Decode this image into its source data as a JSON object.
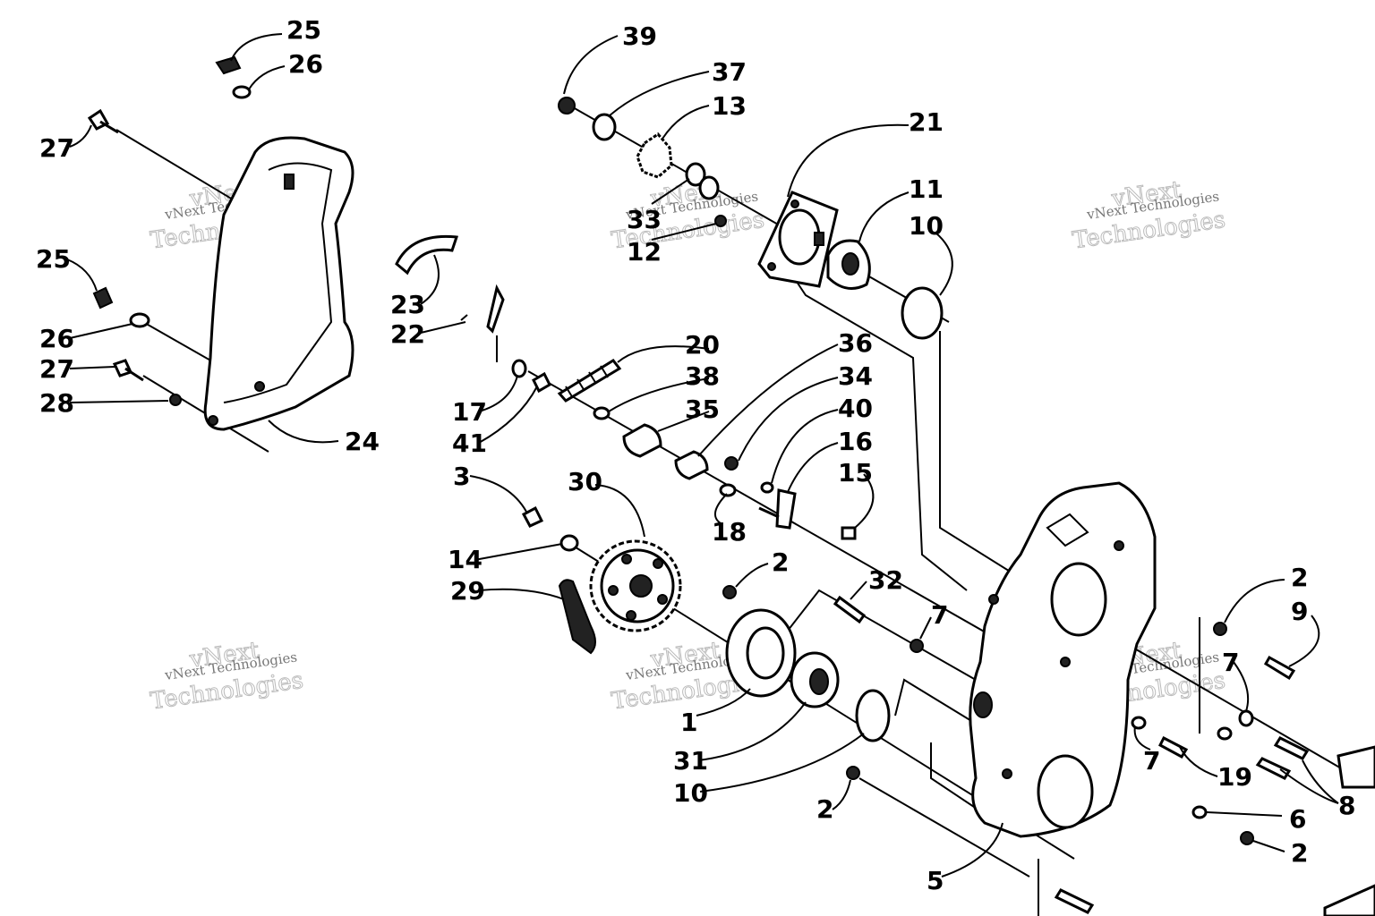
{
  "labels": [
    {
      "id": "25a",
      "text": "25"
    },
    {
      "id": "26a",
      "text": "26"
    },
    {
      "id": "27a",
      "text": "27"
    },
    {
      "id": "25b",
      "text": "25"
    },
    {
      "id": "26b",
      "text": "26"
    },
    {
      "id": "27b",
      "text": "27"
    },
    {
      "id": "28",
      "text": "28"
    },
    {
      "id": "24",
      "text": "24"
    },
    {
      "id": "23",
      "text": "23"
    },
    {
      "id": "22",
      "text": "22"
    },
    {
      "id": "17",
      "text": "17"
    },
    {
      "id": "41",
      "text": "41"
    },
    {
      "id": "20",
      "text": "20"
    },
    {
      "id": "38",
      "text": "38"
    },
    {
      "id": "35",
      "text": "35"
    },
    {
      "id": "36",
      "text": "36"
    },
    {
      "id": "34",
      "text": "34"
    },
    {
      "id": "40",
      "text": "40"
    },
    {
      "id": "16",
      "text": "16"
    },
    {
      "id": "15",
      "text": "15"
    },
    {
      "id": "18",
      "text": "18"
    },
    {
      "id": "3",
      "text": "3"
    },
    {
      "id": "30",
      "text": "30"
    },
    {
      "id": "14",
      "text": "14"
    },
    {
      "id": "29",
      "text": "29"
    },
    {
      "id": "39",
      "text": "39"
    },
    {
      "id": "37",
      "text": "37"
    },
    {
      "id": "13",
      "text": "13"
    },
    {
      "id": "33",
      "text": "33"
    },
    {
      "id": "12",
      "text": "12"
    },
    {
      "id": "21",
      "text": "21"
    },
    {
      "id": "11",
      "text": "11"
    },
    {
      "id": "10a",
      "text": "10"
    },
    {
      "id": "2a",
      "text": "2"
    },
    {
      "id": "32",
      "text": "32"
    },
    {
      "id": "7a",
      "text": "7"
    },
    {
      "id": "1",
      "text": "1"
    },
    {
      "id": "31",
      "text": "31"
    },
    {
      "id": "10b",
      "text": "10"
    },
    {
      "id": "2b",
      "text": "2"
    },
    {
      "id": "2c",
      "text": "2"
    },
    {
      "id": "9",
      "text": "9"
    },
    {
      "id": "7b",
      "text": "7"
    },
    {
      "id": "7c",
      "text": "7"
    },
    {
      "id": "19",
      "text": "19"
    },
    {
      "id": "8",
      "text": "8"
    },
    {
      "id": "6",
      "text": "6"
    },
    {
      "id": "2d",
      "text": "2"
    },
    {
      "id": "5",
      "text": "5"
    }
  ],
  "watermarks": [
    {
      "line1": "vNext Technologies",
      "line2": "vNext",
      "line3": "Technologies"
    },
    {
      "line1": "vNext Technologies",
      "line2": "vNext",
      "line3": "Technologies"
    },
    {
      "line1": "vNext Technologies",
      "line2": "vNext",
      "line3": "Technologies"
    },
    {
      "line1": "vNext Technologies",
      "line2": "vNext",
      "line3": "Technologies"
    },
    {
      "line1": "vNext Technologies",
      "line2": "vNext",
      "line3": "Technologies"
    },
    {
      "line1": "vNext Technologies",
      "line2": "vNext",
      "line3": "Technologies"
    }
  ]
}
